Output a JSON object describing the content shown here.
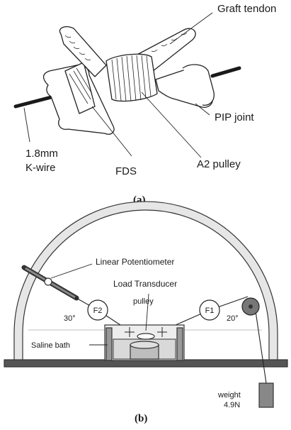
{
  "panel_a": {
    "label": "(a)",
    "callouts": {
      "graft_tendon": "Graft tendon",
      "pip_joint": "PIP joint",
      "kwire_line1": "1.8mm",
      "kwire_line2": "K-wire",
      "fds": "FDS",
      "a2_pulley": "A2 pulley"
    }
  },
  "panel_b": {
    "label": "(b)",
    "labels": {
      "linear_potentiometer": "Linear Potentiometer",
      "load_transducer": "Load Transducer",
      "pulley": "pulley",
      "f2": "F2",
      "f1": "F1",
      "angle_left": "30°",
      "angle_right": "20°",
      "saline_bath": "Saline bath",
      "weight": "weight",
      "weight_value": "4.9N"
    }
  }
}
